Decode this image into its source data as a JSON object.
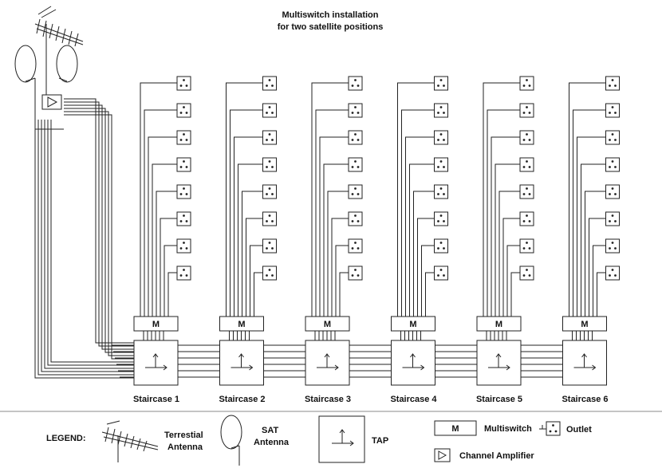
{
  "title": [
    "Multiswitch installation",
    "for two satellite positions"
  ],
  "staircases": [
    "Staircase 1",
    "Staircase 2",
    "Staircase 3",
    "Staircase 4",
    "Staircase 5",
    "Staircase 6"
  ],
  "multiswitch_label": "M",
  "outlets_per_staircase": 8,
  "legend": {
    "heading": "LEGEND:",
    "terrestrial": [
      "Terrestial",
      "Antenna"
    ],
    "sat": [
      "SAT",
      "Antenna"
    ],
    "tap": "TAP",
    "multiswitch_box": "M",
    "multiswitch": "Multiswitch",
    "outlet": "Outlet",
    "amplifier": "Channel Amplifier"
  }
}
